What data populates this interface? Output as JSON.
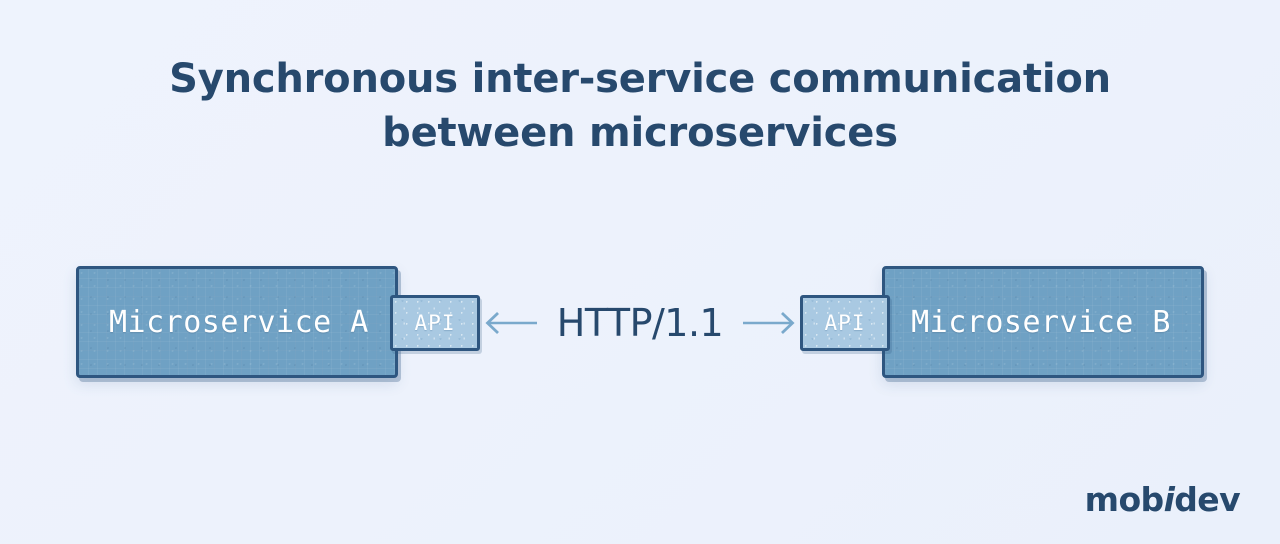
{
  "title": {
    "line1": "Synchronous inter-service communication",
    "line2": "between microservices"
  },
  "diagram": {
    "type": "block-diagram",
    "service_a": {
      "label": "Microservice A",
      "api_label": "API"
    },
    "service_b": {
      "label": "Microservice B",
      "api_label": "API"
    },
    "connection": {
      "protocol_label": "HTTP/1.1",
      "left_arrow_icon": "arrow-left-icon",
      "right_arrow_icon": "arrow-right-icon",
      "direction": "bidirectional"
    }
  },
  "brand": {
    "part1": "mob",
    "accent": "i",
    "part2": "dev"
  },
  "colors": {
    "background": "#edf2fc",
    "title_text": "#27496d",
    "box_fill": "#6fa1c4",
    "box_border": "#2e5680",
    "api_fill": "#a9c9e2",
    "arrow": "#7aa9cc",
    "label_text": "#ffffff"
  }
}
